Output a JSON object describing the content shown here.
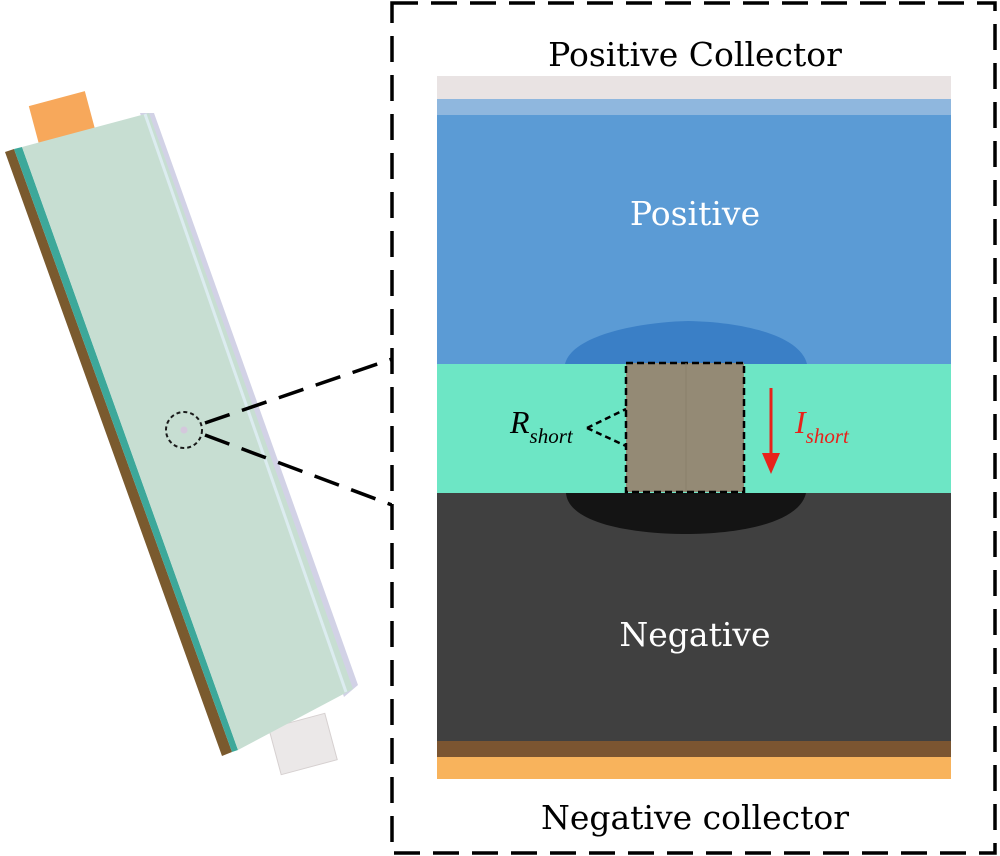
{
  "labels": {
    "positive_collector": "Positive Collector",
    "positive": "Positive",
    "negative": "Negative",
    "negative_collector": "Negative collector",
    "r_short_main": "R",
    "r_short_sub": "short",
    "i_short_main": "I",
    "i_short_sub": "short"
  },
  "colors": {
    "positive_collector": "#e9e3e3",
    "positive_electrode": "#5b9bd5",
    "positive_bump": "#3a7fc6",
    "separator": "#6de6c5",
    "short_region": "#948a75",
    "negative_bump": "#141414",
    "negative_electrode": "#404040",
    "negative_copper": "#7b5531",
    "negative_collector_foil": "#f8b35c",
    "current_arrow": "#e8221b",
    "cell_body": "#c7ded2",
    "tab_positive": "#f7a85b",
    "tab_negative": "#eaeaea"
  }
}
